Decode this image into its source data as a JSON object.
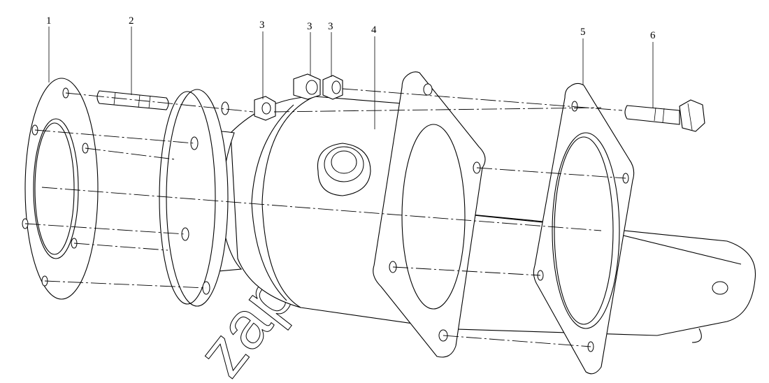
{
  "callouts": [
    {
      "id": "1",
      "label": "1"
    },
    {
      "id": "2",
      "label": "2"
    },
    {
      "id": "3a",
      "label": "3"
    },
    {
      "id": "3b",
      "label": "3"
    },
    {
      "id": "3c",
      "label": "3"
    },
    {
      "id": "4",
      "label": "4"
    },
    {
      "id": "5",
      "label": "5"
    },
    {
      "id": "6",
      "label": "6"
    }
  ],
  "watermark": "zap-kam.ru"
}
